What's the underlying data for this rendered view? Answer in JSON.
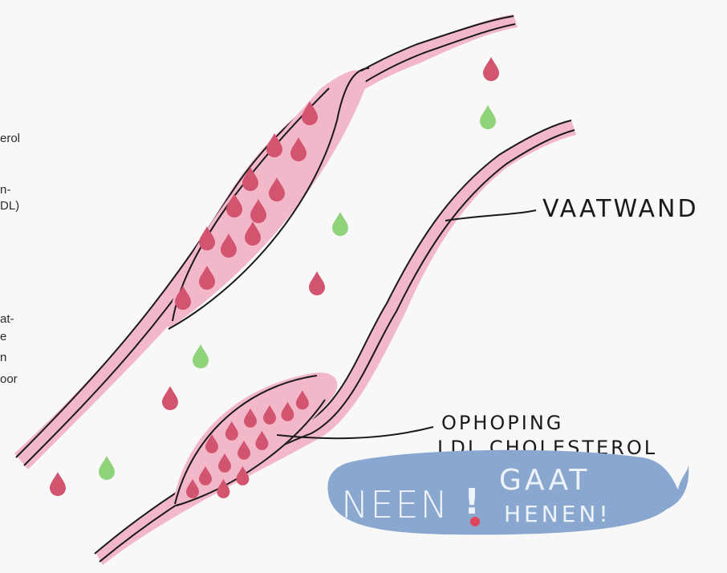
{
  "side_text": {
    "line1": "erol",
    "line2": "n-",
    "line3": "DL)",
    "line4": "at-",
    "line5": "e",
    "line6": "n",
    "line7": "oor"
  },
  "labels": {
    "vessel_wall": "VAATWAND",
    "buildup_line1": "OPHOPING",
    "buildup_line2": "LDL CHOLESTEROL"
  },
  "speech_bubble": {
    "left": "NEEN",
    "mark": "!",
    "right_line1": "GAAT",
    "right_line2": "HENEN!"
  },
  "colors": {
    "vessel_pink": "#f2b8c9",
    "ldl_drop": "#d3546f",
    "hdl_drop": "#8fd37a",
    "outline": "#1a1a1a",
    "bubble": "#8aa8cf",
    "bubble_text": "#eef3fa",
    "mark_red": "#e0465a"
  }
}
